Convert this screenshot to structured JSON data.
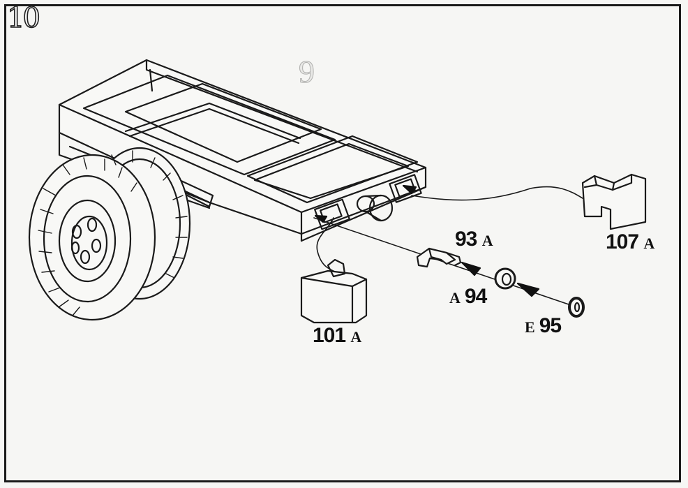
{
  "step_number": "10",
  "faint_step_number": "9",
  "parts": [
    {
      "id": "93",
      "number": "93",
      "letter": "A",
      "letter_position": "after"
    },
    {
      "id": "107",
      "number": "107",
      "letter": "A",
      "letter_position": "after"
    },
    {
      "id": "94",
      "number": "94",
      "letter": "A",
      "letter_position": "before"
    },
    {
      "id": "95",
      "number": "95",
      "letter": "E",
      "letter_position": "before"
    },
    {
      "id": "101",
      "number": "101",
      "letter": "A",
      "letter_position": "after"
    }
  ],
  "colors": {
    "ink": "#111111",
    "paper": "#f6f6f4"
  }
}
